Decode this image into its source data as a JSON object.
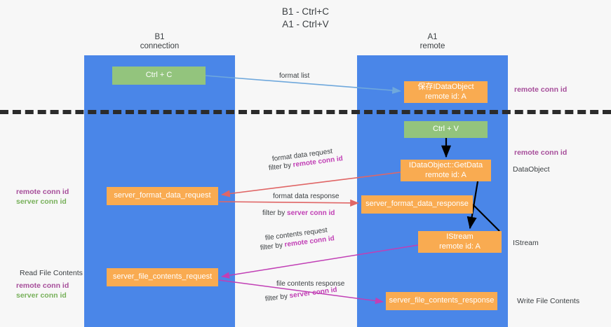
{
  "title": {
    "line1": "B1 - Ctrl+C",
    "line2": "A1 - Ctrl+V"
  },
  "lanes": [
    {
      "id": "b1",
      "name": "B1",
      "role": "connection",
      "color": "#4a86e8"
    },
    {
      "id": "a1",
      "name": "A1",
      "role": "remote",
      "color": "#4a86e8"
    }
  ],
  "nodes": {
    "ctrl_c": {
      "line1": "Ctrl + C",
      "line2": "",
      "color": "#93c47d"
    },
    "save_dataobj": {
      "line1": "保存IDataObject",
      "line2": "remote id: A",
      "color": "#f9ab51"
    },
    "ctrl_v": {
      "line1": "Ctrl + V",
      "line2": "",
      "color": "#93c47d"
    },
    "getdata": {
      "line1": "IDataObject::GetData",
      "line2": "remote id: A",
      "color": "#f9ab51"
    },
    "fmt_request": {
      "line1": "server_format_data_request",
      "line2": "",
      "color": "#f9ab51"
    },
    "fmt_response": {
      "line1": "server_format_data_response",
      "line2": "",
      "color": "#f9ab51"
    },
    "istream": {
      "line1": "IStream",
      "line2": "remote id: A",
      "color": "#f9ab51"
    },
    "file_request": {
      "line1": "server_file_contents_request",
      "line2": "",
      "color": "#f9ab51"
    },
    "file_response": {
      "line1": "server_file_contents_response",
      "line2": "",
      "color": "#f9ab51"
    }
  },
  "edge_labels": {
    "format_list": "format list",
    "fmt_req_top": "format data request",
    "fmt_req_filter_prefix": "filter by ",
    "fmt_req_filter_key": "remote conn id",
    "fmt_resp_top": "format data response",
    "fmt_resp_filter_prefix": "filter by ",
    "fmt_resp_filter_key": "server conn id",
    "file_req_top": "file contents request",
    "file_req_filter_prefix": "filter by ",
    "file_req_filter_key": "remote conn id",
    "file_resp_top": "file contents response",
    "file_resp_filter_prefix": "filter by ",
    "file_resp_filter_key": "server conn id"
  },
  "captions": {
    "right_remote_conn_id_1": "remote conn id",
    "right_remote_conn_id_2": "remote conn id",
    "right_dataobject": "DataObject",
    "right_istream": "IStream",
    "right_write_file_contents": "Write File Contents",
    "left_remote_conn_id": "remote conn id",
    "left_server_conn_id": "server conn id",
    "left_read_file_contents": "Read File Contents",
    "left_remote_conn_id_2": "remote conn id",
    "left_server_conn_id_2": "server conn id"
  },
  "colors": {
    "lane": "#4a86e8",
    "node_green": "#93c47d",
    "node_orange": "#f9ab51",
    "key_purple": "#a64d9a",
    "key_green": "#77b05a",
    "arrow_blue": "#6fa8dc",
    "arrow_red": "#e06666",
    "arrow_magenta": "#c13fb5",
    "arrow_black": "#000000",
    "divider": "#2b2b2b",
    "background": "#f7f7f7"
  }
}
